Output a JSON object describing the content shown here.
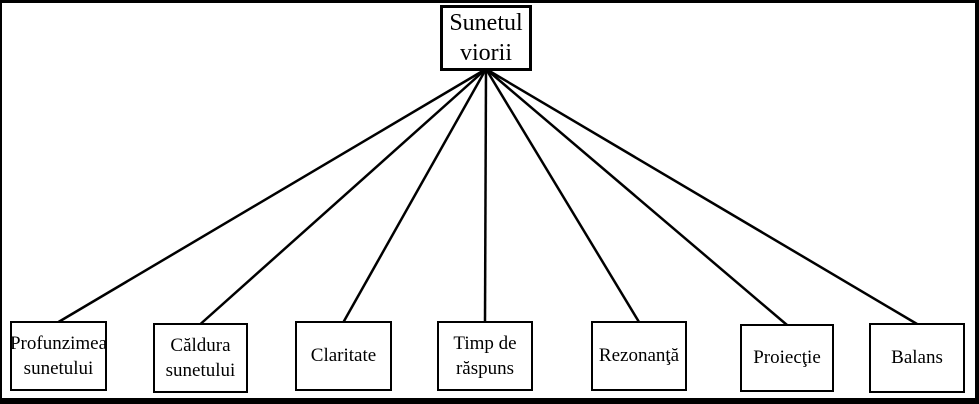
{
  "diagram": {
    "root": {
      "label": "Sunetul viorii"
    },
    "children": [
      {
        "label": "Profunzimea sunetului"
      },
      {
        "label": "Căldura sunetului"
      },
      {
        "label": "Claritate"
      },
      {
        "label": "Timp de răspuns"
      },
      {
        "label": "Rezonanţă"
      },
      {
        "label": "Proiecţie"
      },
      {
        "label": "Balans"
      }
    ],
    "colors": {
      "background": "#ffffff",
      "frame": "#000000",
      "box_border": "#000000",
      "text": "#000000",
      "connector": "#000000"
    }
  }
}
